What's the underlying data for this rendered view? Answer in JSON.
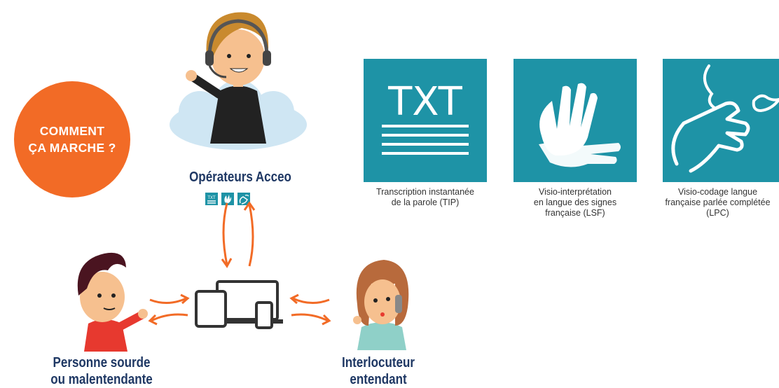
{
  "colors": {
    "accent": "#f26b26",
    "teal": "#1e93a6",
    "navy": "#1f3864",
    "skin": "#f6c08f"
  },
  "badge": {
    "text": "COMMENT\nÇA MARCHE ?"
  },
  "roles": {
    "operators": "Opérateurs Acceo",
    "deaf_person": "Personne sourde\nou malentendante",
    "hearing_person": "Interlocuteur\nentendant"
  },
  "services": [
    {
      "icon": "txt-icon",
      "tile_text": "TXT",
      "caption": "Transcription instantanée\nde la parole (TIP)"
    },
    {
      "icon": "sign-language-hands-icon",
      "caption": "Visio-interprétation\nen langue des signes\nfrançaise (LSF)"
    },
    {
      "icon": "cued-speech-icon",
      "caption": "Visio-codage langue\nfrançaise parlée complétée\n(LPC)"
    }
  ],
  "mini_icons": {
    "txt_label": "TXT"
  }
}
